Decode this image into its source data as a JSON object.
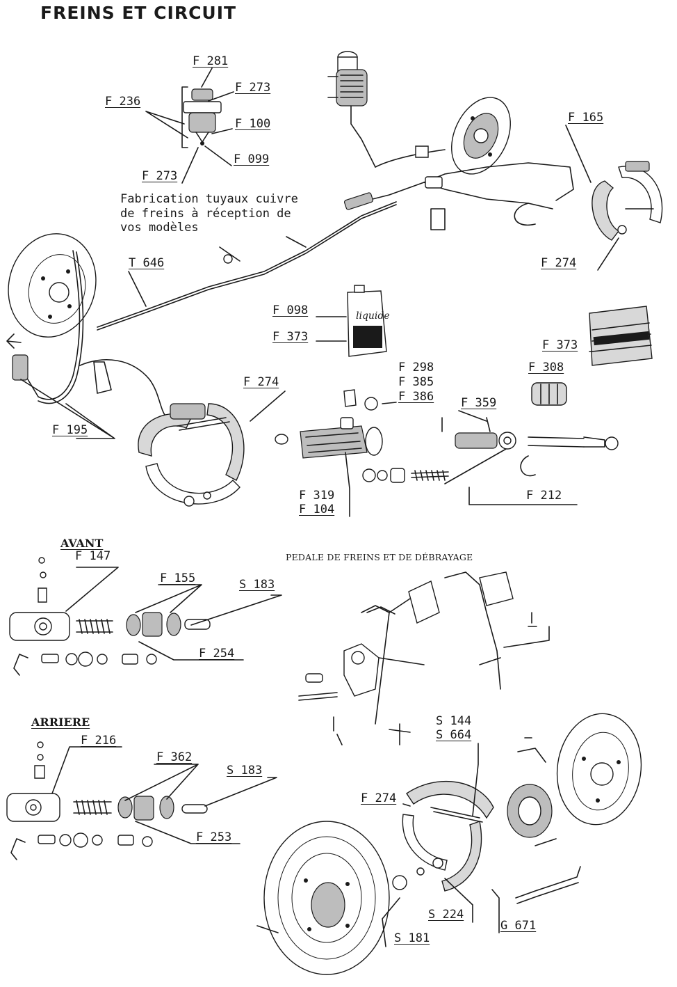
{
  "title": "FREINS ET CIRCUIT",
  "note": "Fabrication tuyaux cuivre\nde freins à réception de\nvos modèles",
  "sections": {
    "avant": "AVANT",
    "arriere": "ARRIERE",
    "pedal": "PEDALE DE FREINS ET DE DÉBRAYAGE"
  },
  "labels": [
    "F 281",
    "F 273",
    "F 236",
    "F 100",
    "F 099",
    "F 273",
    "F 165",
    "F 274",
    "T 646",
    "F 098",
    "F 373",
    "F 373",
    "F 298",
    "F 385",
    "F 386",
    "F 308",
    "F 359",
    "F 274",
    "F 195",
    "F 319",
    "F 104",
    "F 212",
    "F 147",
    "F 155",
    "S 183",
    "F 254",
    "F 216",
    "F 362",
    "S 183",
    "F 253",
    "S 144",
    "S 664",
    "F 274",
    "S 224",
    "G 671",
    "S 181"
  ],
  "can_text": "liquide"
}
